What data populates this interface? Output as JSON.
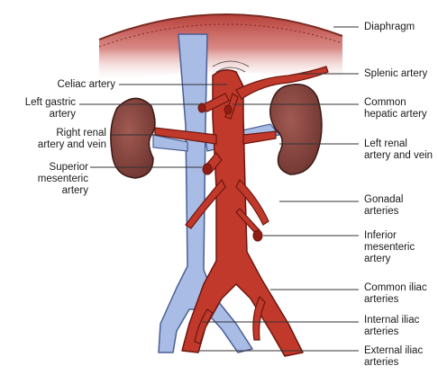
{
  "colors": {
    "artery": "#c0392b",
    "artery_dark": "#8e1e14",
    "vein": "#9db1e0",
    "vein_dark": "#5d73a8",
    "kidney": "#8a4a44",
    "diaphragm": "#c0504d",
    "leader": "#333333"
  },
  "labels": {
    "diaphragm": "Diaphragm",
    "splenic_artery": "Splenic artery",
    "celiac_artery": "Celiac artery",
    "left_gastric_artery": "Left gastric\nartery",
    "common_hepatic_artery": "Common\nhepatic artery",
    "right_renal_artery_vein": "Right renal\nartery and vein",
    "left_renal_artery_vein": "Left renal\nartery and vein",
    "superior_mesenteric_artery": "Superior\nmesenteric\nartery",
    "gonadal_arteries": "Gonadal\narteries",
    "inferior_mesenteric_artery": "Inferior\nmesenteric\nartery",
    "common_iliac_arteries": "Common iliac\narteries",
    "internal_iliac_arteries": "Internal iliac\narteries",
    "external_iliac_arteries": "External iliac\narteries"
  }
}
